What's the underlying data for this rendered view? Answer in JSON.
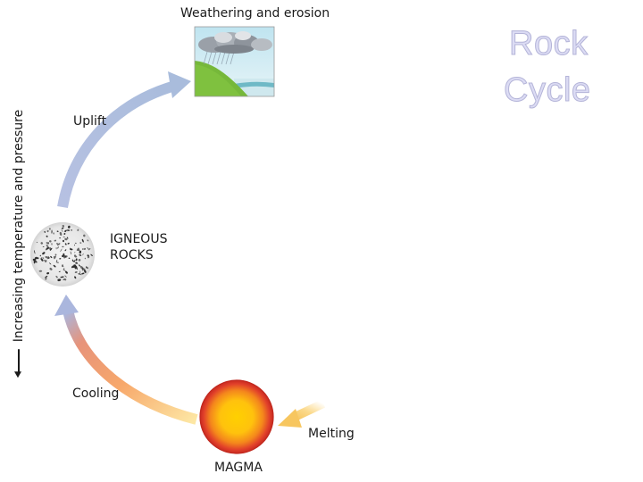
{
  "title": {
    "line1": "Rock",
    "line2": "Cycle"
  },
  "vertical_axis_label": "Increasing temperature and pressure",
  "stages": {
    "weathering": {
      "label": "Weathering and erosion"
    },
    "igneous": {
      "line1": "IGNEOUS",
      "line2": "ROCKS"
    },
    "magma": {
      "label": "MAGMA"
    }
  },
  "processes": {
    "uplift": "Uplift",
    "cooling": "Cooling",
    "melting": "Melting"
  },
  "colors": {
    "title_fill": "#dcdcf4",
    "arrow_blue": "#a9b8dc",
    "arrow_orange": "#f08a4b",
    "arrow_yellow": "#fbe39a",
    "magma_outer": "#d93a25",
    "magma_inner": "#ffd21a"
  }
}
